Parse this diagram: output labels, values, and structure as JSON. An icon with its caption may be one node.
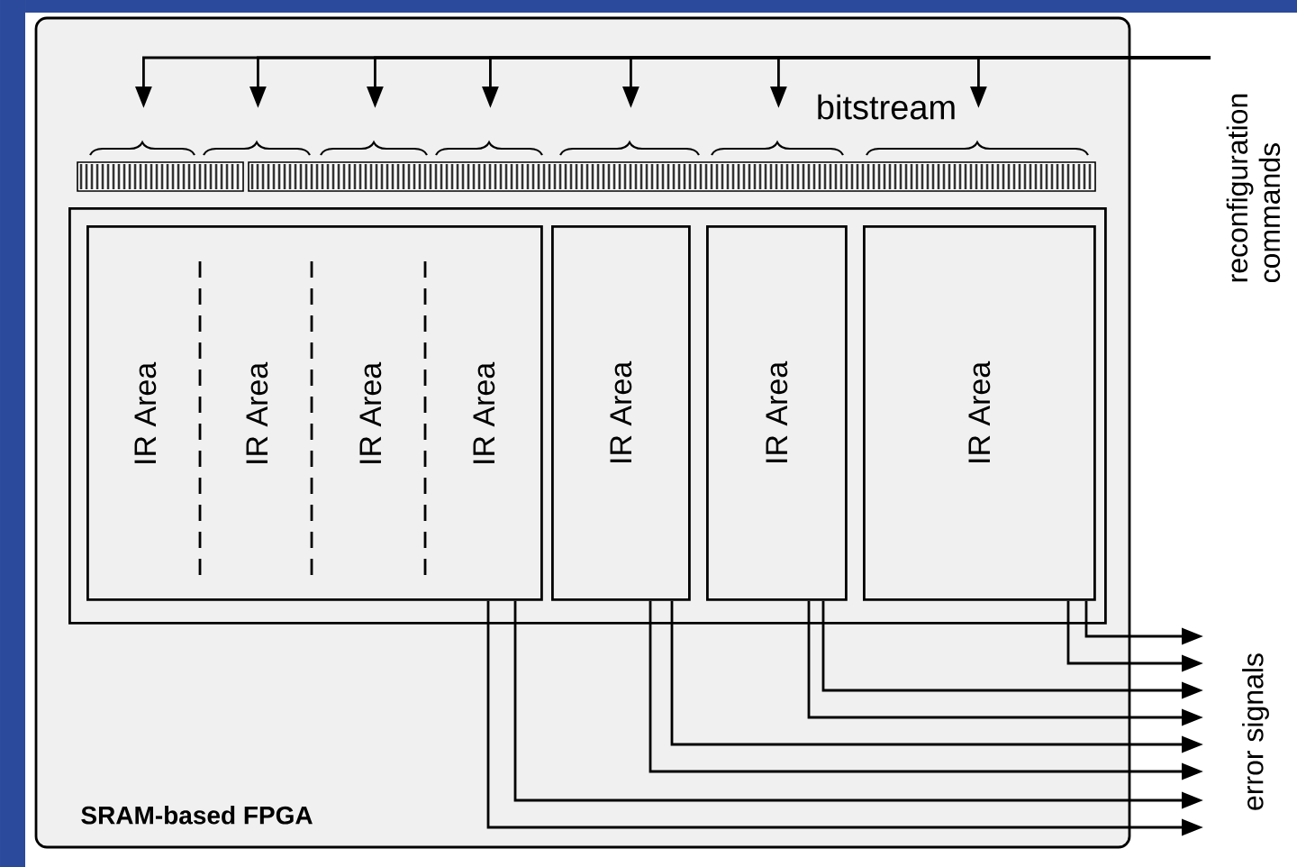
{
  "diagram": {
    "nodes": [
      {
        "text": [
          "SRAM-based FPGA"
        ]
      },
      {
        "text": [],
        "shape": "box",
        "in": 0
      },
      {
        "text": [],
        "shape": "box",
        "in": 1
      },
      {
        "text": [
          "IR Area"
        ],
        "in": 2
      },
      {
        "text": [
          "IR Area"
        ],
        "in": 2
      },
      {
        "text": [
          "IR Area"
        ],
        "in": 2
      },
      {
        "text": [
          "IR Area"
        ],
        "in": 2
      },
      {
        "text": [
          "IR Area"
        ],
        "in": 1
      },
      {
        "text": [
          "IR Area"
        ],
        "in": 1
      },
      {
        "text": [
          "IR Area"
        ],
        "in": 1
      },
      {
        "text": [
          "reconfiguration commands"
        ]
      },
      {
        "text": [],
        "shape": "brace",
        "in": 0
      },
      {
        "text": [],
        "shape": "brace",
        "in": 0
      },
      {
        "text": [],
        "shape": "brace",
        "in": 0
      },
      {
        "text": [],
        "shape": "brace",
        "in": 0
      },
      {
        "text": [],
        "shape": "brace",
        "in": 0
      },
      {
        "text": [],
        "shape": "brace",
        "in": 0
      },
      {
        "text": [],
        "shape": "brace",
        "in": 0
      }
    ],
    "edges": [
      {
        "from": 10,
        "to": 11,
        "arrow": "to"
      },
      {
        "from": 10,
        "to": 12,
        "arrow": "to"
      },
      {
        "from": 10,
        "to": 13,
        "arrow": "to"
      },
      {
        "from": 10,
        "to": 14,
        "arrow": "to"
      },
      {
        "from": 10,
        "to": 15,
        "arrow": "to"
      },
      {
        "from": 10,
        "to": 16,
        "arrow": "to"
      },
      {
        "from": 10,
        "to": 17,
        "arrow": "to"
      },
      {
        "from": 9,
        "to": null,
        "arrow": "to"
      },
      {
        "from": 9,
        "to": null,
        "arrow": "to"
      },
      {
        "from": 8,
        "to": null,
        "arrow": "to"
      },
      {
        "from": 8,
        "to": null,
        "arrow": "to"
      },
      {
        "from": 7,
        "to": null,
        "arrow": "to"
      },
      {
        "from": 7,
        "to": null,
        "arrow": "to"
      },
      {
        "from": 2,
        "to": null,
        "arrow": "to"
      },
      {
        "from": 2,
        "to": null,
        "arrow": "to"
      }
    ],
    "labels": [
      "bitstream",
      "error signals"
    ]
  }
}
